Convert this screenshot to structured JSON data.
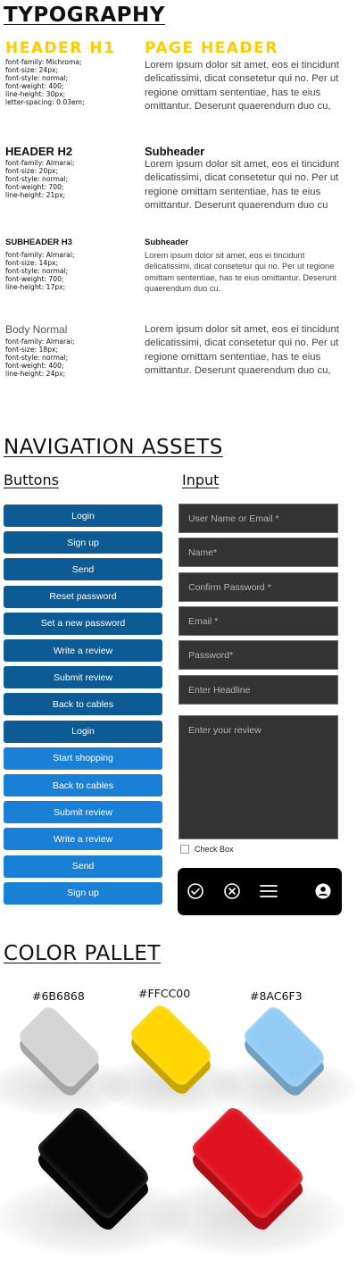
{
  "typography": {
    "title": "TYPOGRAPHY",
    "styles": [
      {
        "name": "HEADER H1",
        "props": [
          "font-family: Michroma;",
          "font-size: 24px;",
          "font-style: normal;",
          "font-weight: 400;",
          "line-height: 30px;",
          "letter-spacing: 0.03em;"
        ],
        "sample_head": "PAGE HEADER",
        "sample_text": "Lorem ipsum dolor sit amet, eos ei tincidunt delicatissimi, dicat consetetur qui no. Per ut regione omittam sententiae, has te eius omittantur. Deserunt quaerendum duo cu,"
      },
      {
        "name": "HEADER H2",
        "props": [
          "font-family: Almarai;",
          "font-size: 20px;",
          "font-style: normal;",
          "font-weight: 700;",
          "line-height: 21px;"
        ],
        "sample_head": "Subheader",
        "sample_text": "Lorem ipsum dolor sit amet, eos ei tincidunt delicatissimi, dicat consetetur qui no. Per ut regione omittam sententiae, has te eius omittantur. Deserunt quaerendum duo cu"
      },
      {
        "name": "SUBHEADER H3",
        "props": [
          "font-family: Almarai;",
          "font-size: 14px;",
          "font-style: normal;",
          "font-weight: 700;",
          "line-height: 17px;"
        ],
        "sample_head": "Subheader",
        "sample_text": "Lorem ipsum dolor sit amet, eos ei tincidunt delicatissimi, dicat consetetur qui no. Per ut regione omittam sententiae, has te eius omittantur. Deserunt quaerendum duo cu."
      },
      {
        "name": "Body Normal",
        "props": [
          "font-family: Almarai;",
          "font-size: 18px;",
          "font-style: normal;",
          "font-weight: 400;",
          "line-height: 24px;"
        ],
        "sample_head": "",
        "sample_text": "Lorem ipsum dolor sit amet, eos ei tincidunt delicatissimi, dicat consetetur qui no. Per ut regione omittam sententiae, has te eius omittantur. Deserunt quaerendum duo cu,"
      }
    ]
  },
  "navigation": {
    "title": "NAVIGATION ASSETS",
    "buttons_title": "Buttons",
    "input_title": "Input",
    "buttons": [
      {
        "label": "Login",
        "color": "#0d5b94"
      },
      {
        "label": "Sign up",
        "color": "#0d5b94"
      },
      {
        "label": "Send",
        "color": "#0d5b94"
      },
      {
        "label": "Reset password",
        "color": "#0d5b94"
      },
      {
        "label": "Set a new password",
        "color": "#0d5b94"
      },
      {
        "label": "Write a review",
        "color": "#0d5b94"
      },
      {
        "label": "Submit review",
        "color": "#0d5b94"
      },
      {
        "label": "Back to cables",
        "color": "#0d5b94"
      },
      {
        "label": "Login",
        "color": "#0d5b94"
      },
      {
        "label": "Start shopping",
        "color": "#1a80d6"
      },
      {
        "label": "Back to cables",
        "color": "#1a80d6"
      },
      {
        "label": "Submit review",
        "color": "#1a80d6"
      },
      {
        "label": "Write a review",
        "color": "#1a80d6"
      },
      {
        "label": "Send",
        "color": "#1a80d6"
      },
      {
        "label": "Sign up",
        "color": "#1a80d6"
      }
    ],
    "inputs": [
      "User Name or Email *",
      "Name*",
      "Confirm Password *",
      "Email *",
      "Password*",
      "Enter Headline"
    ],
    "textarea": "Enter your review",
    "checkbox_label": "Check Box",
    "navbar_icons": [
      "check-circle-icon",
      "close-circle-icon",
      "menu-icon",
      "user-icon"
    ]
  },
  "palette": {
    "title": "COLOR PALLET",
    "swatches": [
      {
        "hex": "#6B6868",
        "color": "#d4d4d4"
      },
      {
        "hex": "#FFCC00",
        "color": "#ffd600"
      },
      {
        "hex": "#8AC6F3",
        "color": "#92ccf5"
      },
      {
        "hex": "",
        "color": "#050505"
      },
      {
        "hex": "",
        "color": "#e0121f"
      }
    ]
  }
}
